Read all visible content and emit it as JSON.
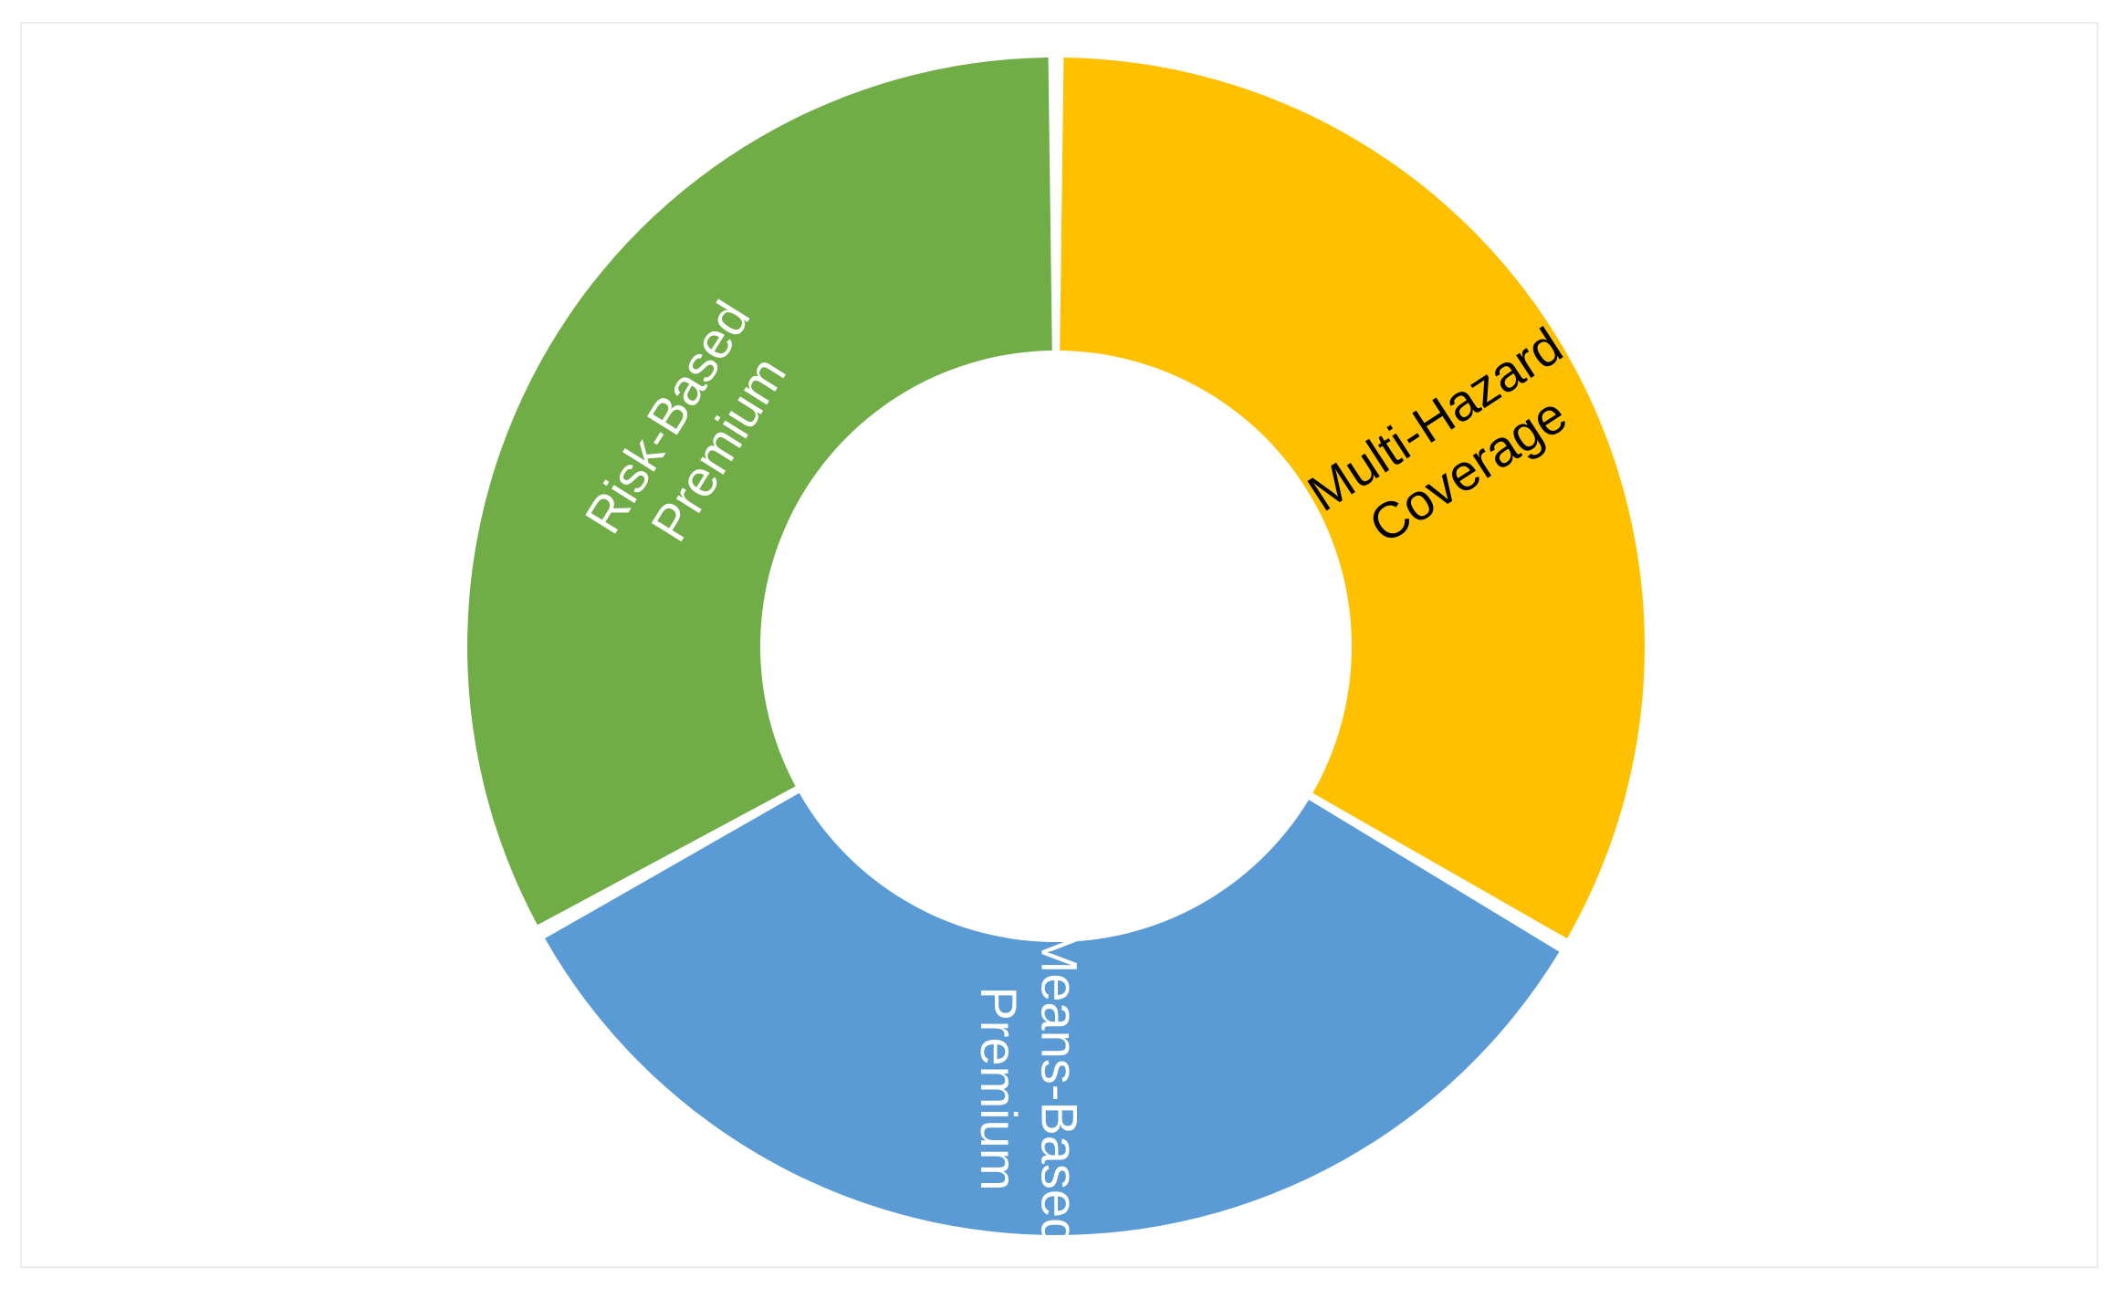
{
  "figure": {
    "background_color": "#FFFFFF",
    "frame_border_color": "#EDEDED",
    "separator_color": "#FFFFFF"
  },
  "chart_data": {
    "type": "pie",
    "variant": "donut",
    "title": "",
    "subtitle": "",
    "xlabel": "",
    "ylabel": "",
    "legend": "none",
    "grid": false,
    "labels_inside_slices": true,
    "hole_ratio": 0.5,
    "start_angle_deg_clockwise_from_top": 0,
    "categories": [
      "Multi-Hazard Coverage",
      "Means-Based Premium",
      "Risk-Based Premium"
    ],
    "values": [
      33.5,
      33.5,
      33.0
    ],
    "colors": [
      "#FFC000",
      "#5B9BD5",
      "#70AD47"
    ],
    "slices": [
      {
        "name": "Multi-Hazard Coverage",
        "label_line1": "Multi-Hazard",
        "label_line2": "Coverage",
        "value": 33.5,
        "color": "#FFC000",
        "label_color": "#000000",
        "start_angle": 0,
        "end_angle": 120.5,
        "label_rotation_deg": -33
      },
      {
        "name": "Means-Based Premium",
        "label_line1": "Means-Based",
        "label_line2": "Premium",
        "value": 33.5,
        "color": "#5B9BD5",
        "label_color": "#FFFFFF",
        "start_angle": 120.5,
        "end_angle": 241.0,
        "label_rotation_deg": 90
      },
      {
        "name": "Risk-Based Premium",
        "label_line1": "Risk-Based",
        "label_line2": "Premium",
        "value": 33.0,
        "color": "#70AD47",
        "label_color": "#FFFFFF",
        "start_angle": 241.0,
        "end_angle": 360.0,
        "label_rotation_deg": -58
      }
    ]
  }
}
